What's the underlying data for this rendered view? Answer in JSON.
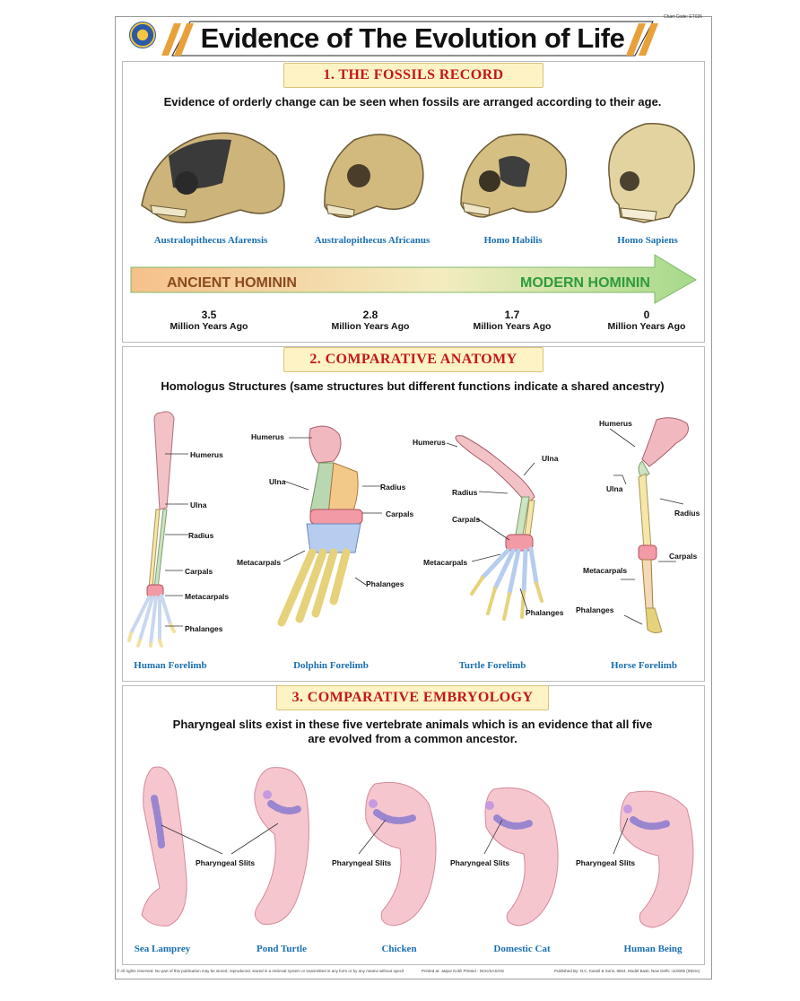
{
  "title": "Evidence of The Evolution of Life",
  "chart_code": "Chart Code: ET026",
  "sections": {
    "fossils": {
      "heading": "1. THE FOSSILS RECORD",
      "subtitle": "Evidence of orderly change can be seen when fossils are arranged according to their age.",
      "species": [
        "Australopithecus Afarensis",
        "Australopithecus Africanus",
        "Homo Habilis",
        "Homo Sapiens"
      ],
      "arrow_left": "ANCIENT HOMININ",
      "arrow_right": "MODERN HOMININ",
      "ages": [
        "3.5",
        "2.8",
        "1.7",
        "0"
      ],
      "age_unit": "Million Years Ago"
    },
    "anatomy": {
      "heading": "2. COMPARATIVE ANATOMY",
      "subtitle": "Homologus Structures (same structures but different functions indicate a shared ancestry)",
      "captions": [
        "Human Forelimb",
        "Dolphin Forelimb",
        "Turtle Forelimb",
        "Horse Forelimb"
      ],
      "labels": {
        "humerus": "Humerus",
        "ulna": "Ulna",
        "radius": "Radius",
        "carpals": "Carpals",
        "metacarpals": "Metacarpals",
        "phalanges": "Phalanges"
      }
    },
    "embryology": {
      "heading": "3. COMPARATIVE EMBRYOLOGY",
      "subtitle_line1": "Pharyngeal slits exist in these five vertebrate animals which is an evidence that all five",
      "subtitle_line2": "are evolved from a common ancestor.",
      "slits_label": "Pharyngeal Slits",
      "captions": [
        "Sea Lamprey",
        "Pond Turtle",
        "Chicken",
        "Domestic Cat",
        "Human Being"
      ]
    }
  },
  "footer": {
    "left": "© All rights reserved. No part of this publication may be stored, reproduced, stored in a retrieval system or transmitted in any form or by any means without specific prior permission of the publishers.",
    "center": "Printed at: Jaipur Kohli Printed - NCK/SAS/HS",
    "right": "Published By: N.C. Kansil & Sons, 8604, Model Basti, New Delhi -110005 (INDIA)"
  },
  "colors": {
    "heading_red": "#c4161c",
    "caption_blue": "#1a6fb0",
    "ancient_brown": "#8a4a1e",
    "modern_green": "#2e9b3c",
    "section_head_bg": "#fdf3c4"
  }
}
